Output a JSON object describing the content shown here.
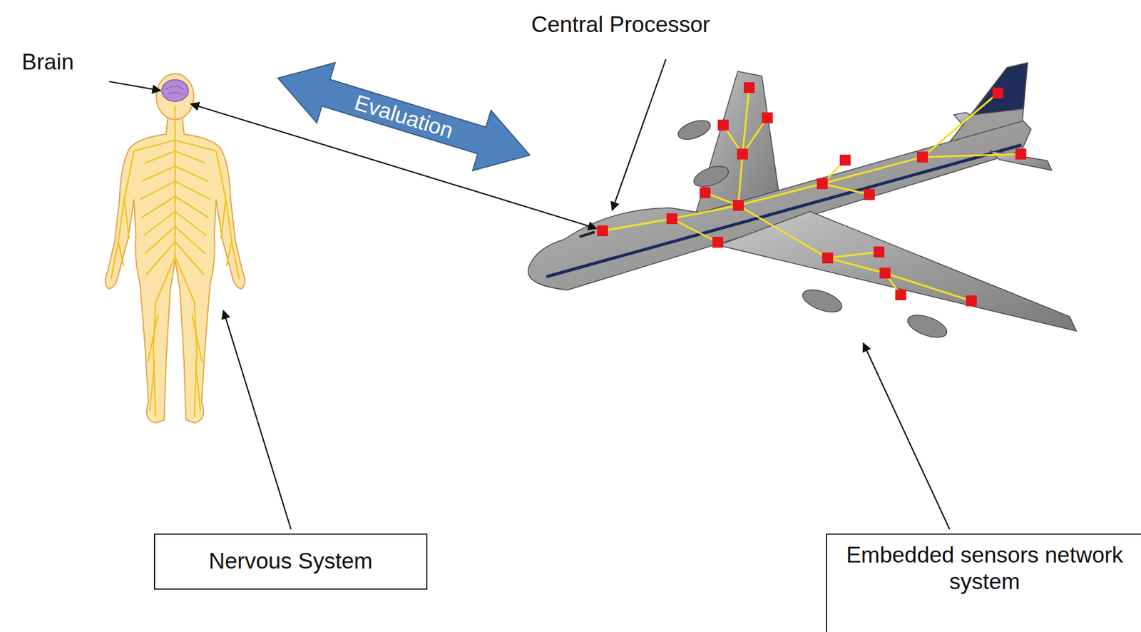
{
  "diagram": {
    "nodes": [
      {
        "text": [
          "Evaluation"
        ]
      },
      {
        "text": [
          "Nervous System"
        ]
      },
      {
        "text": [
          "Embedded sensors network system"
        ]
      }
    ],
    "labels": [
      "Brain",
      "Central Processor"
    ]
  }
}
